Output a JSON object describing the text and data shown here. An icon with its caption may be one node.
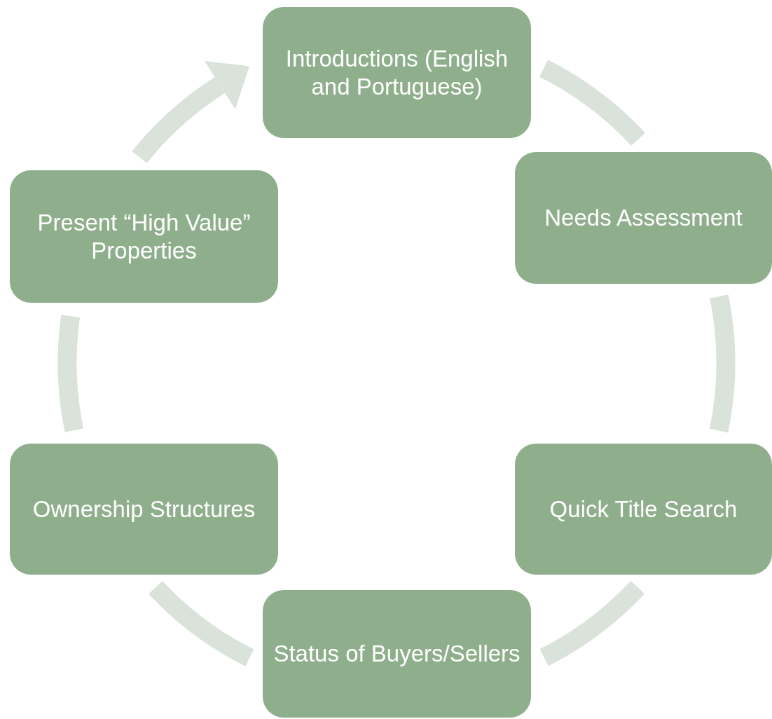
{
  "diagram": {
    "nodes": [
      {
        "text": [
          "Introductions (English and Portuguese)"
        ]
      },
      {
        "text": [
          "Needs Assessment"
        ]
      },
      {
        "text": [
          "Quick Title Search"
        ]
      },
      {
        "text": [
          "Status of Buyers/Sellers"
        ]
      },
      {
        "text": [
          "Ownership Structures"
        ]
      },
      {
        "text": [
          "Present “High Value” Properties"
        ]
      }
    ],
    "edges": [
      {
        "from": 0,
        "to": 1,
        "arrow": "none"
      },
      {
        "from": 1,
        "to": 2,
        "arrow": "none"
      },
      {
        "from": 2,
        "to": 3,
        "arrow": "none"
      },
      {
        "from": 3,
        "to": 4,
        "arrow": "none"
      },
      {
        "from": 4,
        "to": 5,
        "arrow": "none"
      },
      {
        "from": 5,
        "to": 0,
        "arrow": "to"
      }
    ]
  }
}
